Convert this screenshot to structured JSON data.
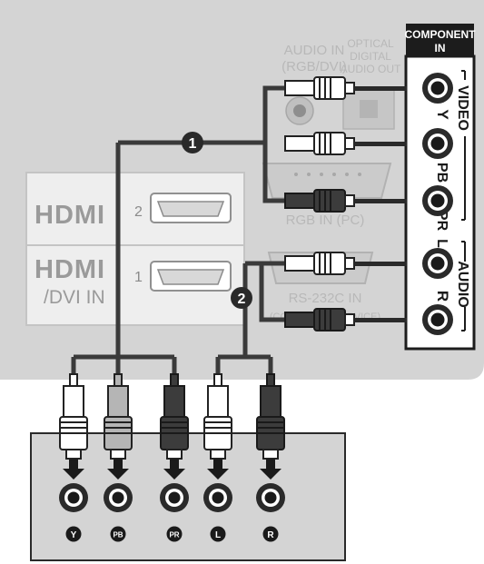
{
  "tv_panel": {
    "component_in_title": "COMPONENT",
    "component_in_sub": "IN",
    "group_video": "VIDEO",
    "group_audio": "AUDIO",
    "jack_labels": {
      "y": "Y",
      "pb": "PB",
      "pr": "PR",
      "l": "L",
      "r": "R"
    },
    "audio_in_line1": "AUDIO IN",
    "audio_in_line2": "(RGB/DVI)",
    "optical_line1": "OPTICAL",
    "optical_line2": "DIGITAL",
    "optical_line3": "AUDIO OUT",
    "rgb_in": "RGB IN (PC)",
    "rs232c": "RS-232C IN",
    "rs232c_sub": "(CONTROL & SERVICE)",
    "hdmi_logo": "HDMI",
    "hdmi_port_2": "2",
    "hdmi_port_1": "1",
    "hdmi_dvi_label": "/DVI IN"
  },
  "steps": {
    "step1": "1",
    "step2": "2"
  },
  "device": {
    "jack_labels": [
      "Y",
      "PB",
      "PR",
      "L",
      "R"
    ]
  },
  "colors": {
    "panel_bg": "#d4d4d4",
    "hdmi_bg": "#eeeeee",
    "cable": "#3a3a3a",
    "plug_white": "#ffffff",
    "plug_gray": "#b5b5b5",
    "plug_black": "#3c3c3c"
  }
}
